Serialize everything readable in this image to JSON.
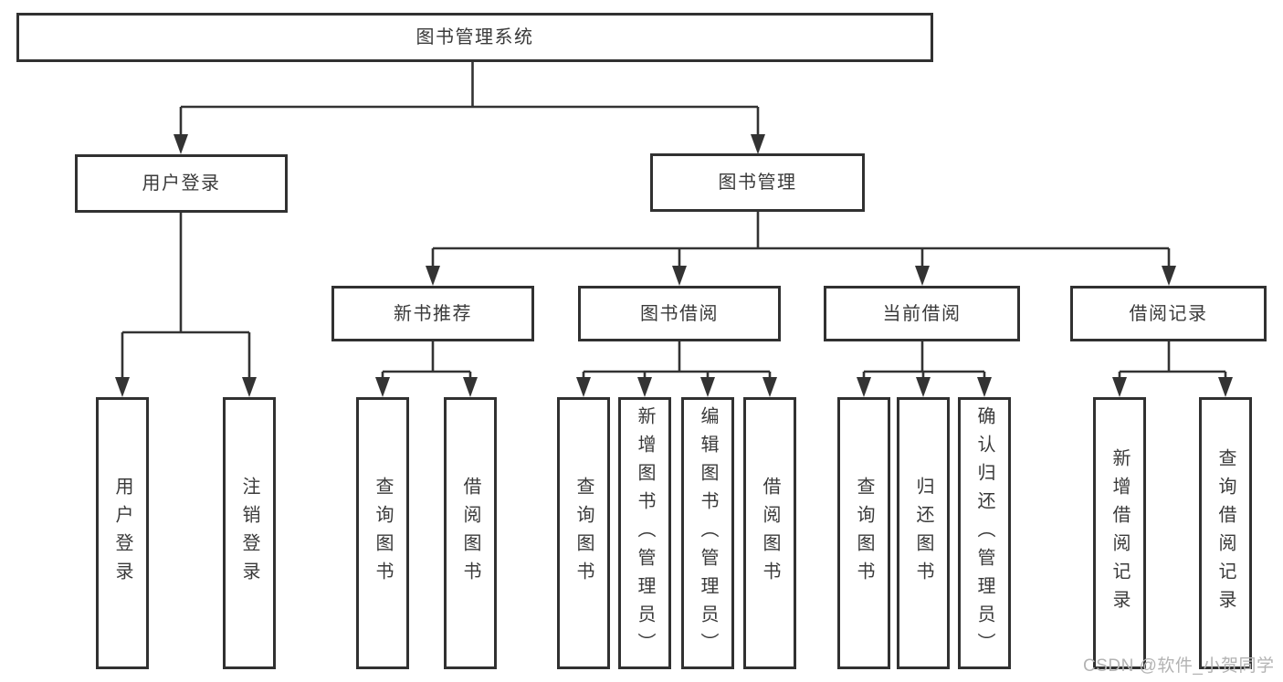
{
  "tree": {
    "label": "图书管理系统",
    "children": [
      {
        "label": "用户登录",
        "children": [
          {
            "label": "用户登录"
          },
          {
            "label": "注销登录"
          }
        ]
      },
      {
        "label": "图书管理",
        "children": [
          {
            "label": "新书推荐",
            "children": [
              {
                "label": "查询图书"
              },
              {
                "label": "借阅图书"
              }
            ]
          },
          {
            "label": "图书借阅",
            "children": [
              {
                "label": "查询图书"
              },
              {
                "label": "新增图书（管理员）"
              },
              {
                "label": "编辑图书（管理员）"
              },
              {
                "label": "借阅图书"
              }
            ]
          },
          {
            "label": "当前借阅",
            "children": [
              {
                "label": "查询图书"
              },
              {
                "label": "归还图书"
              },
              {
                "label": "确认归还（管理员）"
              }
            ]
          },
          {
            "label": "借阅记录",
            "children": [
              {
                "label": "新增借阅记录"
              },
              {
                "label": "查询借阅记录"
              }
            ]
          }
        ]
      }
    ]
  },
  "watermark": "CSDN @软件_小贺同学",
  "colors": {
    "line": "#333333",
    "box_border": "#313131",
    "text": "#3a3a3a",
    "watermark": "#b3b3b3",
    "background": "#ffffff"
  }
}
